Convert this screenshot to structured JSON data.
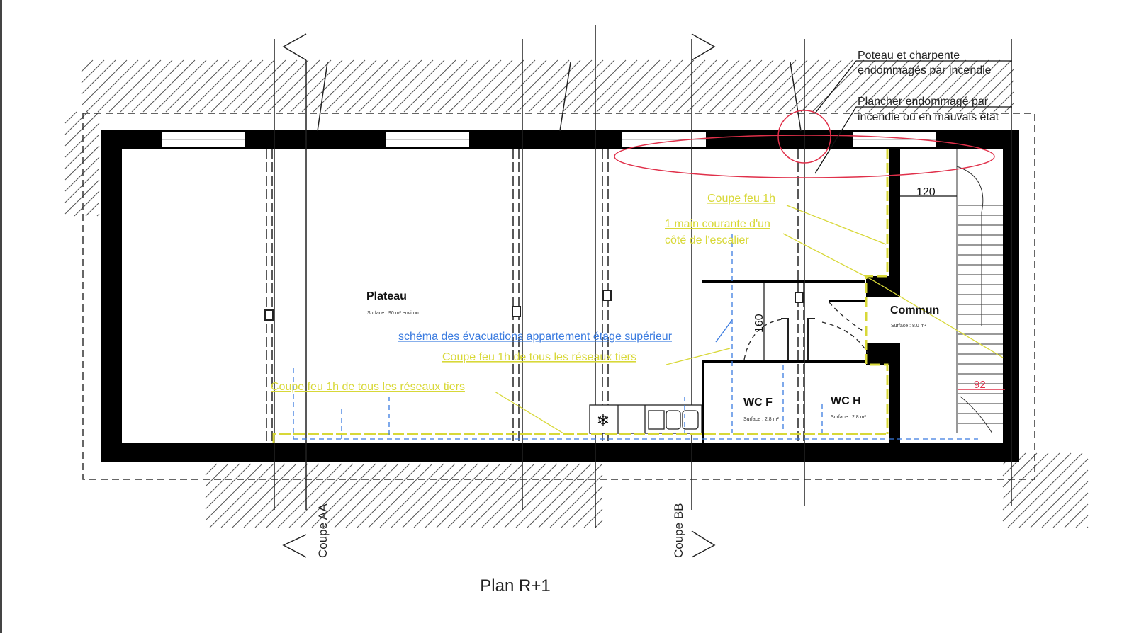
{
  "title": "Plan R+1",
  "rooms": {
    "plateau": {
      "name": "Plateau",
      "surface": "Surface : 90 m² environ"
    },
    "commun": {
      "name": "Commun",
      "surface": "Surface : 8.0 m²"
    },
    "wc_f": {
      "name": "WC F",
      "surface": "Surface : 2.8 m²"
    },
    "wc_h": {
      "name": "WC H",
      "surface": "Surface : 2.8 m²"
    }
  },
  "sections": {
    "aa": "Coupe AA",
    "bb": "Coupe BB"
  },
  "dimensions": {
    "d120": "120",
    "d160": "160",
    "d92": "92"
  },
  "annotations": {
    "poteau_1": "Poteau et charpente",
    "poteau_2": "endommagés par incendie",
    "plancher_1": "Plancher endommagé par",
    "plancher_2": "incendie ou en mauvais état",
    "coupe_feu_1h": "Coupe feu 1h",
    "main_courante_1": "1 main courante d'un",
    "main_courante_2": "côté de l'escalier",
    "evacuations": "schéma des évacuations appartement étage supérieur",
    "coupe_feu_reseaux_1": "Coupe feu 1h de tous les réseaux tiers",
    "coupe_feu_reseaux_2": "Coupe feu 1h de tous les réseaux tiers"
  },
  "colors": {
    "wall": "#000000",
    "yellow": "#d8d838",
    "blue": "#3a7be0",
    "red": "#e0304a"
  }
}
